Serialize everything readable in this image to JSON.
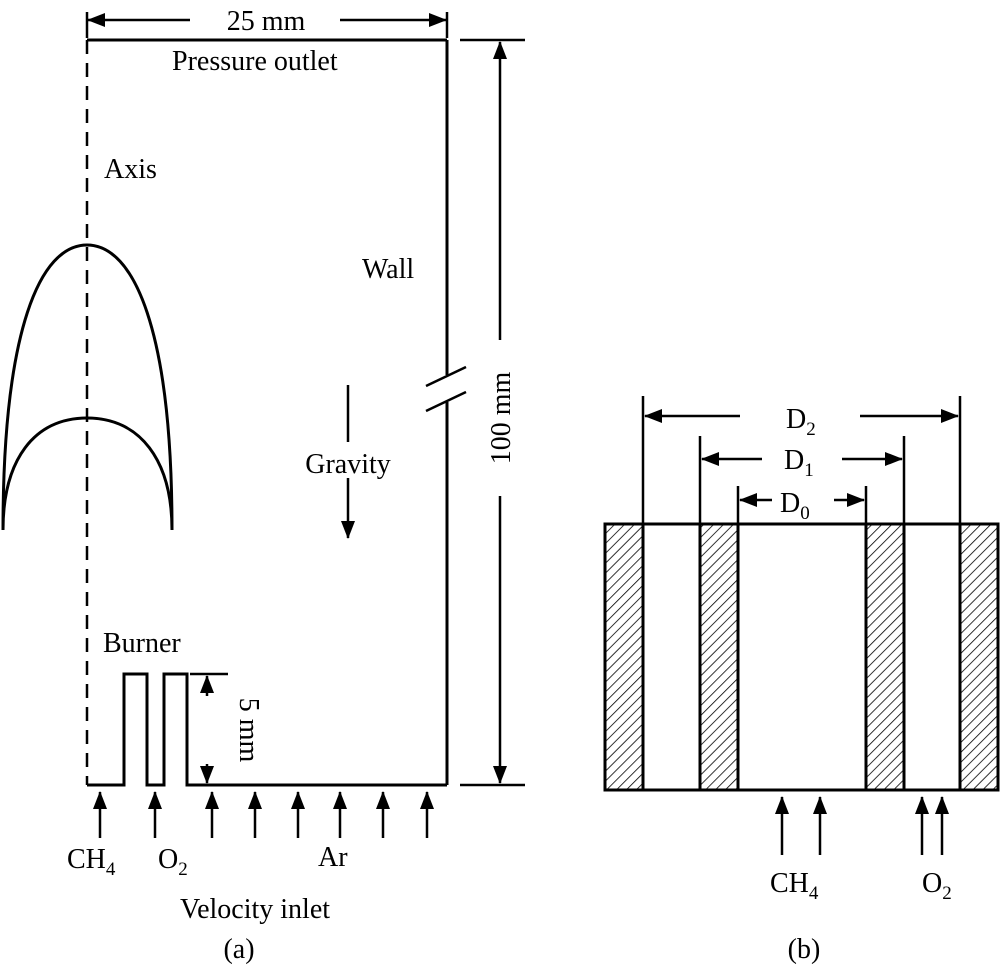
{
  "panel_a": {
    "dim_width": "25 mm",
    "pressure_outlet": "Pressure outlet",
    "axis": "Axis",
    "wall": "Wall",
    "dim_height": "100 mm",
    "gravity": "Gravity",
    "burner": "Burner",
    "burner_height": "5 mm",
    "ch4_main": "CH",
    "ch4_sub": "4",
    "o2_main": "O",
    "o2_sub": "2",
    "ar": "Ar",
    "velocity_inlet": "Velocity inlet",
    "caption": "(a)"
  },
  "panel_b": {
    "d2_main": "D",
    "d2_sub": "2",
    "d1_main": "D",
    "d1_sub": "1",
    "d0_main": "D",
    "d0_sub": "0",
    "ch4_main": "CH",
    "ch4_sub": "4",
    "o2_main": "O",
    "o2_sub": "2",
    "caption": "(b)"
  }
}
